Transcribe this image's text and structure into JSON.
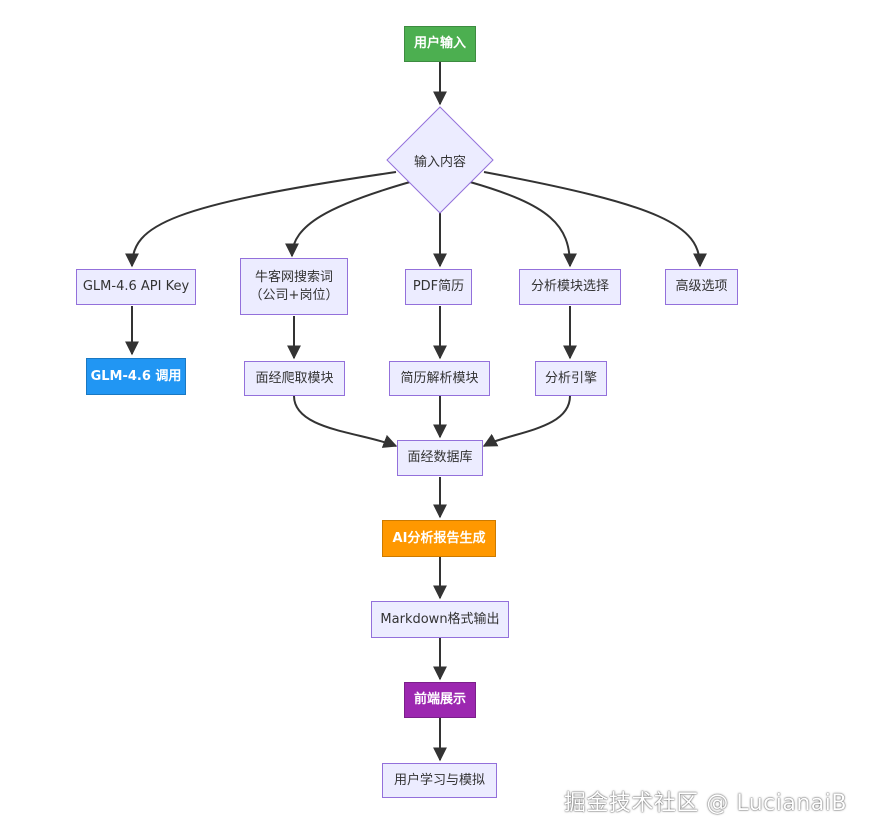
{
  "diagram": {
    "nodes": {
      "start": "用户输入",
      "decision": "输入内容",
      "glm_key": "GLM-4.6 API Key",
      "nowcoder": "牛客网搜索词\n（公司+岗位）",
      "pdf": "PDF简历",
      "module_select": "分析模块选择",
      "advanced": "高级选项",
      "glm_call": "GLM-4.6 调用",
      "crawler": "面经爬取模块",
      "resume_parser": "简历解析模块",
      "engine": "分析引擎",
      "database": "面经数据库",
      "ai_report": "AI分析报告生成",
      "markdown": "Markdown格式输出",
      "frontend": "前端展示",
      "learning": "用户学习与模拟"
    },
    "colors": {
      "default_fill": "#ECECFF",
      "default_stroke": "#9370DB",
      "start": "#4CAF50",
      "glm_call": "#2196F3",
      "ai_report": "#FF9800",
      "frontend": "#9C27B0",
      "edge": "#333333"
    }
  },
  "watermark": "掘金技术社区 @ LucianaiB"
}
